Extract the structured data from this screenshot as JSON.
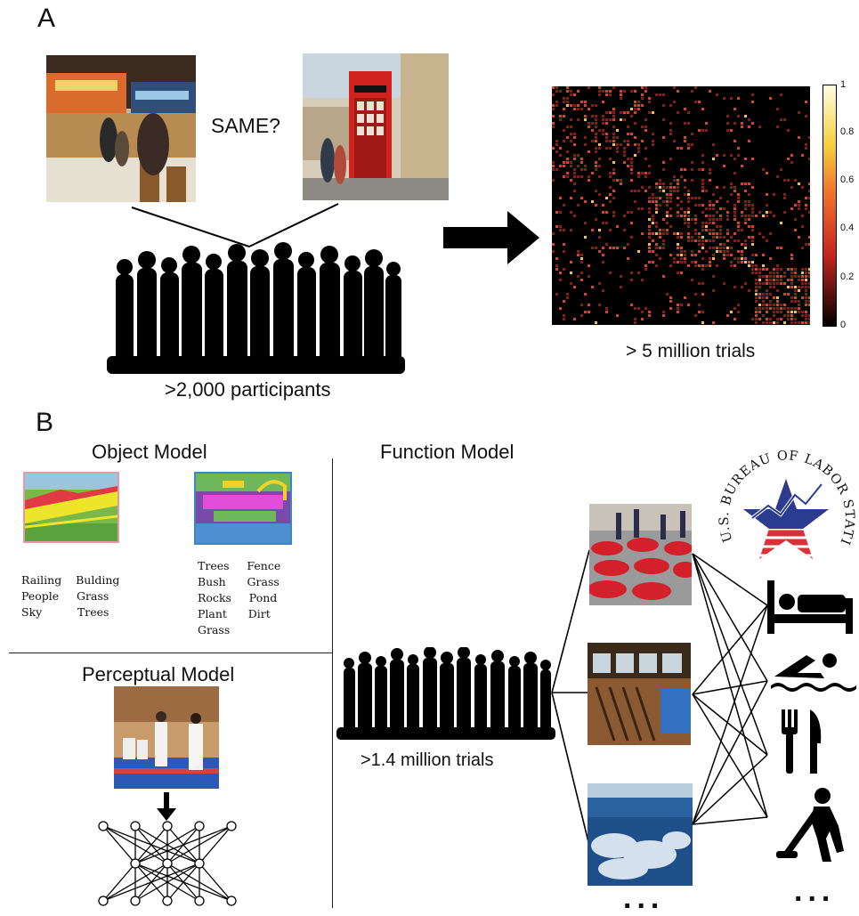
{
  "panel_a": {
    "letter": "A",
    "question": "SAME?",
    "participants": ">2,000 participants",
    "trials": "> 5 million trials",
    "colorbar_ticks": [
      "1",
      "0.8",
      "0.6",
      "0.4",
      "0.2",
      "0"
    ]
  },
  "panel_b": {
    "letter": "B",
    "object_model": {
      "title": "Object Model",
      "left_words": "Railing    Bulding\nPeople     Grass\nSky          Trees",
      "right_words": "Trees     Fence\nBush      Grass\nRocks     Pond\nPlant      Dirt\nGrass"
    },
    "perceptual_model": {
      "title": "Perceptual Model"
    },
    "function_model": {
      "title": "Function Model",
      "trials": ">1.4 million trials",
      "ellipsis_images": "...",
      "ellipsis_icons": "...",
      "bls_seal_text": "U.S. BUREAU OF LABOR STATISTICS"
    }
  },
  "icons": [
    "bed-icon",
    "swimmer-icon",
    "fork-knife-icon",
    "vacuum-cleaner-icon",
    "crowd-silhouette",
    "neural-network-diagram"
  ],
  "colors": {
    "heatmap_low": "#000000",
    "heatmap_mid": "#c8261e",
    "heatmap_high": "#fffde0",
    "bls_blue": "#2b3b8f",
    "bls_red": "#d9313a"
  }
}
